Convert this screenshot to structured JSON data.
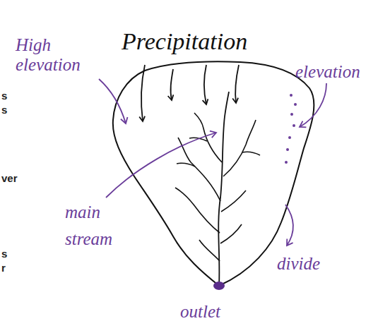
{
  "diagram": {
    "labels": [
      "Precipitation",
      "High elevation",
      "elevation",
      "main stream",
      "divide",
      "outlet",
      "s",
      "s",
      "ver",
      "s",
      "r"
    ]
  }
}
